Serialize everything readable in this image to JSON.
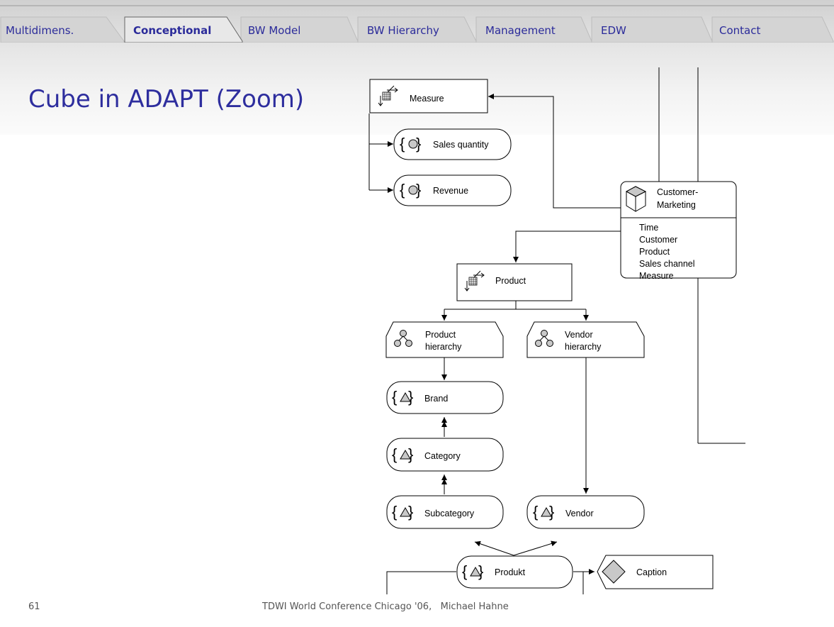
{
  "tabs": [
    {
      "label": "Multidimens.",
      "active": false
    },
    {
      "label": "Conceptional",
      "active": true
    },
    {
      "label": "BW Model",
      "active": false
    },
    {
      "label": "BW Hierarchy",
      "active": false
    },
    {
      "label": "Management",
      "active": false
    },
    {
      "label": "EDW",
      "active": false
    },
    {
      "label": "Contact",
      "active": false
    }
  ],
  "slide": {
    "title": "Cube in ADAPT (Zoom)",
    "page_number": "61",
    "footer": "TDWI World Conference Chicago '06,   Michael Hahne"
  },
  "diagram": {
    "measure_dimension": "Measure",
    "sales_quantity": "Sales quantity",
    "revenue": "Revenue",
    "cube": {
      "name_line1": "Customer-",
      "name_line2": "Marketing",
      "dimensions": [
        "Time",
        "Customer",
        "Product",
        "Sales channel",
        "Measure"
      ]
    },
    "product_dimension": "Product",
    "product_hierarchy_line1": "Product",
    "product_hierarchy_line2": "hierarchy",
    "vendor_hierarchy_line1": "Vendor",
    "vendor_hierarchy_line2": "hierarchy",
    "brand": "Brand",
    "category": "Category",
    "subcategory": "Subcategory",
    "vendor": "Vendor",
    "produkt": "Produkt",
    "caption": "Caption"
  }
}
